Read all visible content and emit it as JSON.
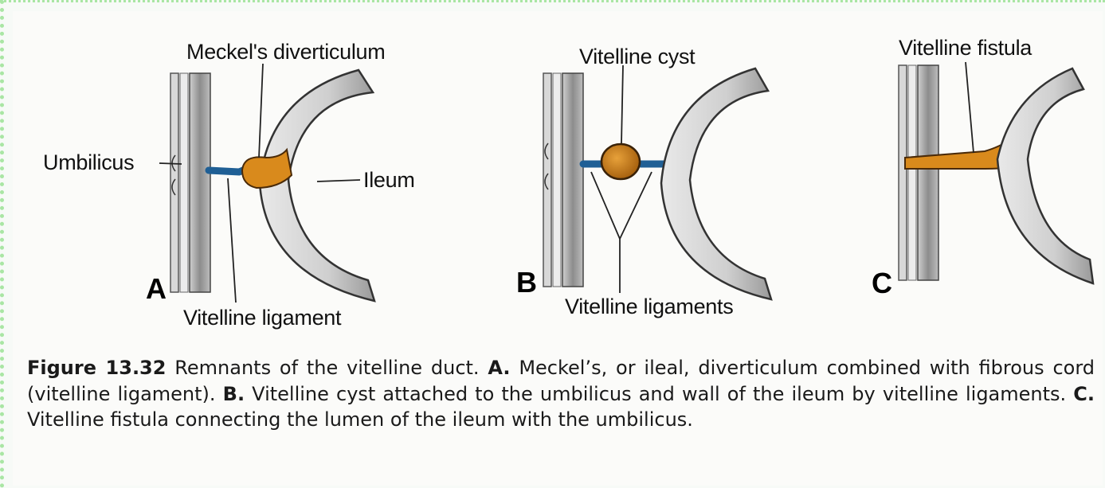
{
  "panel_a": {
    "letter": "A",
    "labels": {
      "meckels_diverticulum": "Meckel's diverticulum",
      "umbilicus": "Umbilicus",
      "ileum": "Ileum",
      "vitelline_ligament": "Vitelline ligament"
    }
  },
  "panel_b": {
    "letter": "B",
    "labels": {
      "vitelline_cyst": "Vitelline cyst",
      "vitelline_ligaments": "Vitelline ligaments"
    }
  },
  "panel_c": {
    "letter": "C",
    "labels": {
      "vitelline_fistula": "Vitelline fistula"
    }
  },
  "caption": {
    "figure_number": "Figure 13.32",
    "text_1": " Remnants of the vitelline duct. ",
    "a_label": "A.",
    "text_a": " Meckel’s, or ileal, diverticulum combined with fibrous cord (vitelline ligament). ",
    "b_label": "B.",
    "text_b": " Vitelline cyst attached to the umbilicus and wall of the ileum by vitelline ligaments. ",
    "c_label": "C.",
    "text_c": " Vitelline fistula connecting the lumen of the ileum with the umbilicus."
  },
  "colors": {
    "duct_orange": "#d98a1c",
    "ligament_blue": "#1f5f95",
    "wall_gray": "#7a7a7a"
  }
}
